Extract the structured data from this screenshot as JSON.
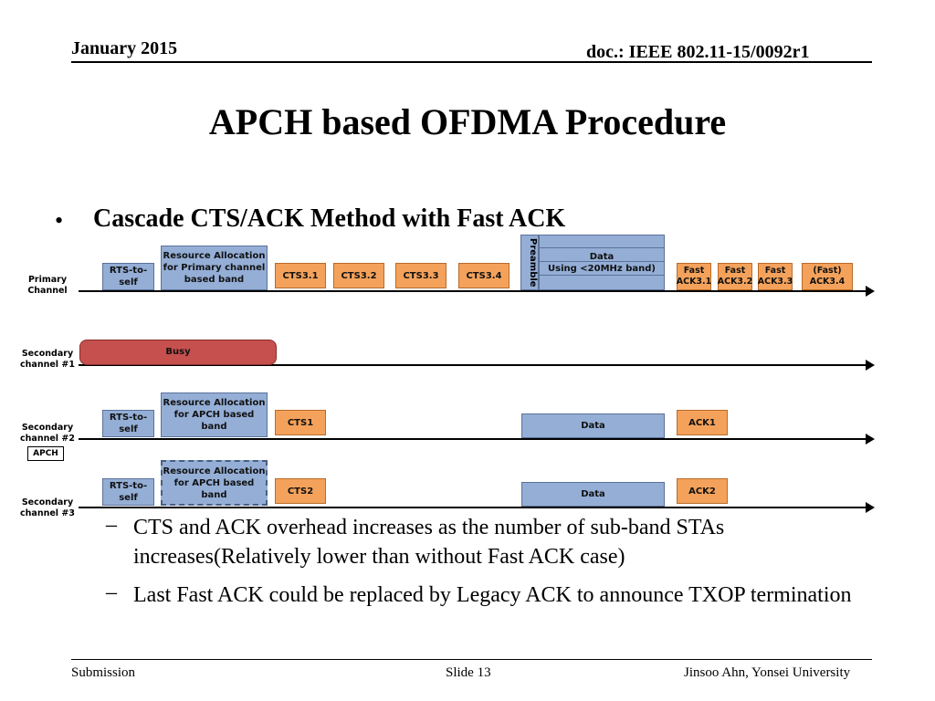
{
  "header": {
    "date": "January 2015",
    "doc": "doc.: IEEE 802.11-15/0092r1"
  },
  "title": "APCH based OFDMA Procedure",
  "bullet": {
    "marker": "•",
    "text": "Cascade CTS/ACK Method with Fast ACK"
  },
  "diagram": {
    "channels": {
      "primary": "Primary\nChannel",
      "secondary1": "Secondary\nchannel #1",
      "secondary2": "Secondary\nchannel #2",
      "secondary3": "Secondary\nchannel #3",
      "apch_tag": "APCH"
    },
    "primary": {
      "rts": "RTS-to-self",
      "resource": "Resource Allocation\nfor Primary channel\nbased band",
      "cts": [
        "CTS3.1",
        "CTS3.2",
        "CTS3.3",
        "CTS3.4"
      ],
      "preamble": "Preamble",
      "data": "Data\nUsing <20MHz band)",
      "acks": [
        "Fast\nACK3.1",
        "Fast\nACK3.2",
        "Fast\nACK3.3",
        "(Fast)\nACK3.4"
      ]
    },
    "secondary1": {
      "busy": "Busy"
    },
    "secondary2": {
      "rts": "RTS-to-self",
      "resource": "Resource Allocation\nfor APCH based\nband",
      "cts": "CTS1",
      "data": "Data",
      "ack": "ACK1"
    },
    "secondary3": {
      "rts": "RTS-to-self",
      "resource": "Resource Allocation\nfor APCH based\nband",
      "cts": "CTS2",
      "data": "Data",
      "ack": "ACK2"
    },
    "colors": {
      "blue": "#94aed6",
      "orange": "#f4a25b",
      "busy_red": "#c5504d"
    }
  },
  "subbullets": [
    {
      "dash": "–",
      "text": "CTS and ACK overhead increases as the number of sub-band STAs increases(Relatively lower than without Fast ACK case)"
    },
    {
      "dash": "–",
      "text": "Last Fast ACK could be replaced by Legacy ACK to announce TXOP termination"
    }
  ],
  "footer": {
    "left": "Submission",
    "center": "Slide 13",
    "right": "Jinsoo Ahn, Yonsei University"
  }
}
